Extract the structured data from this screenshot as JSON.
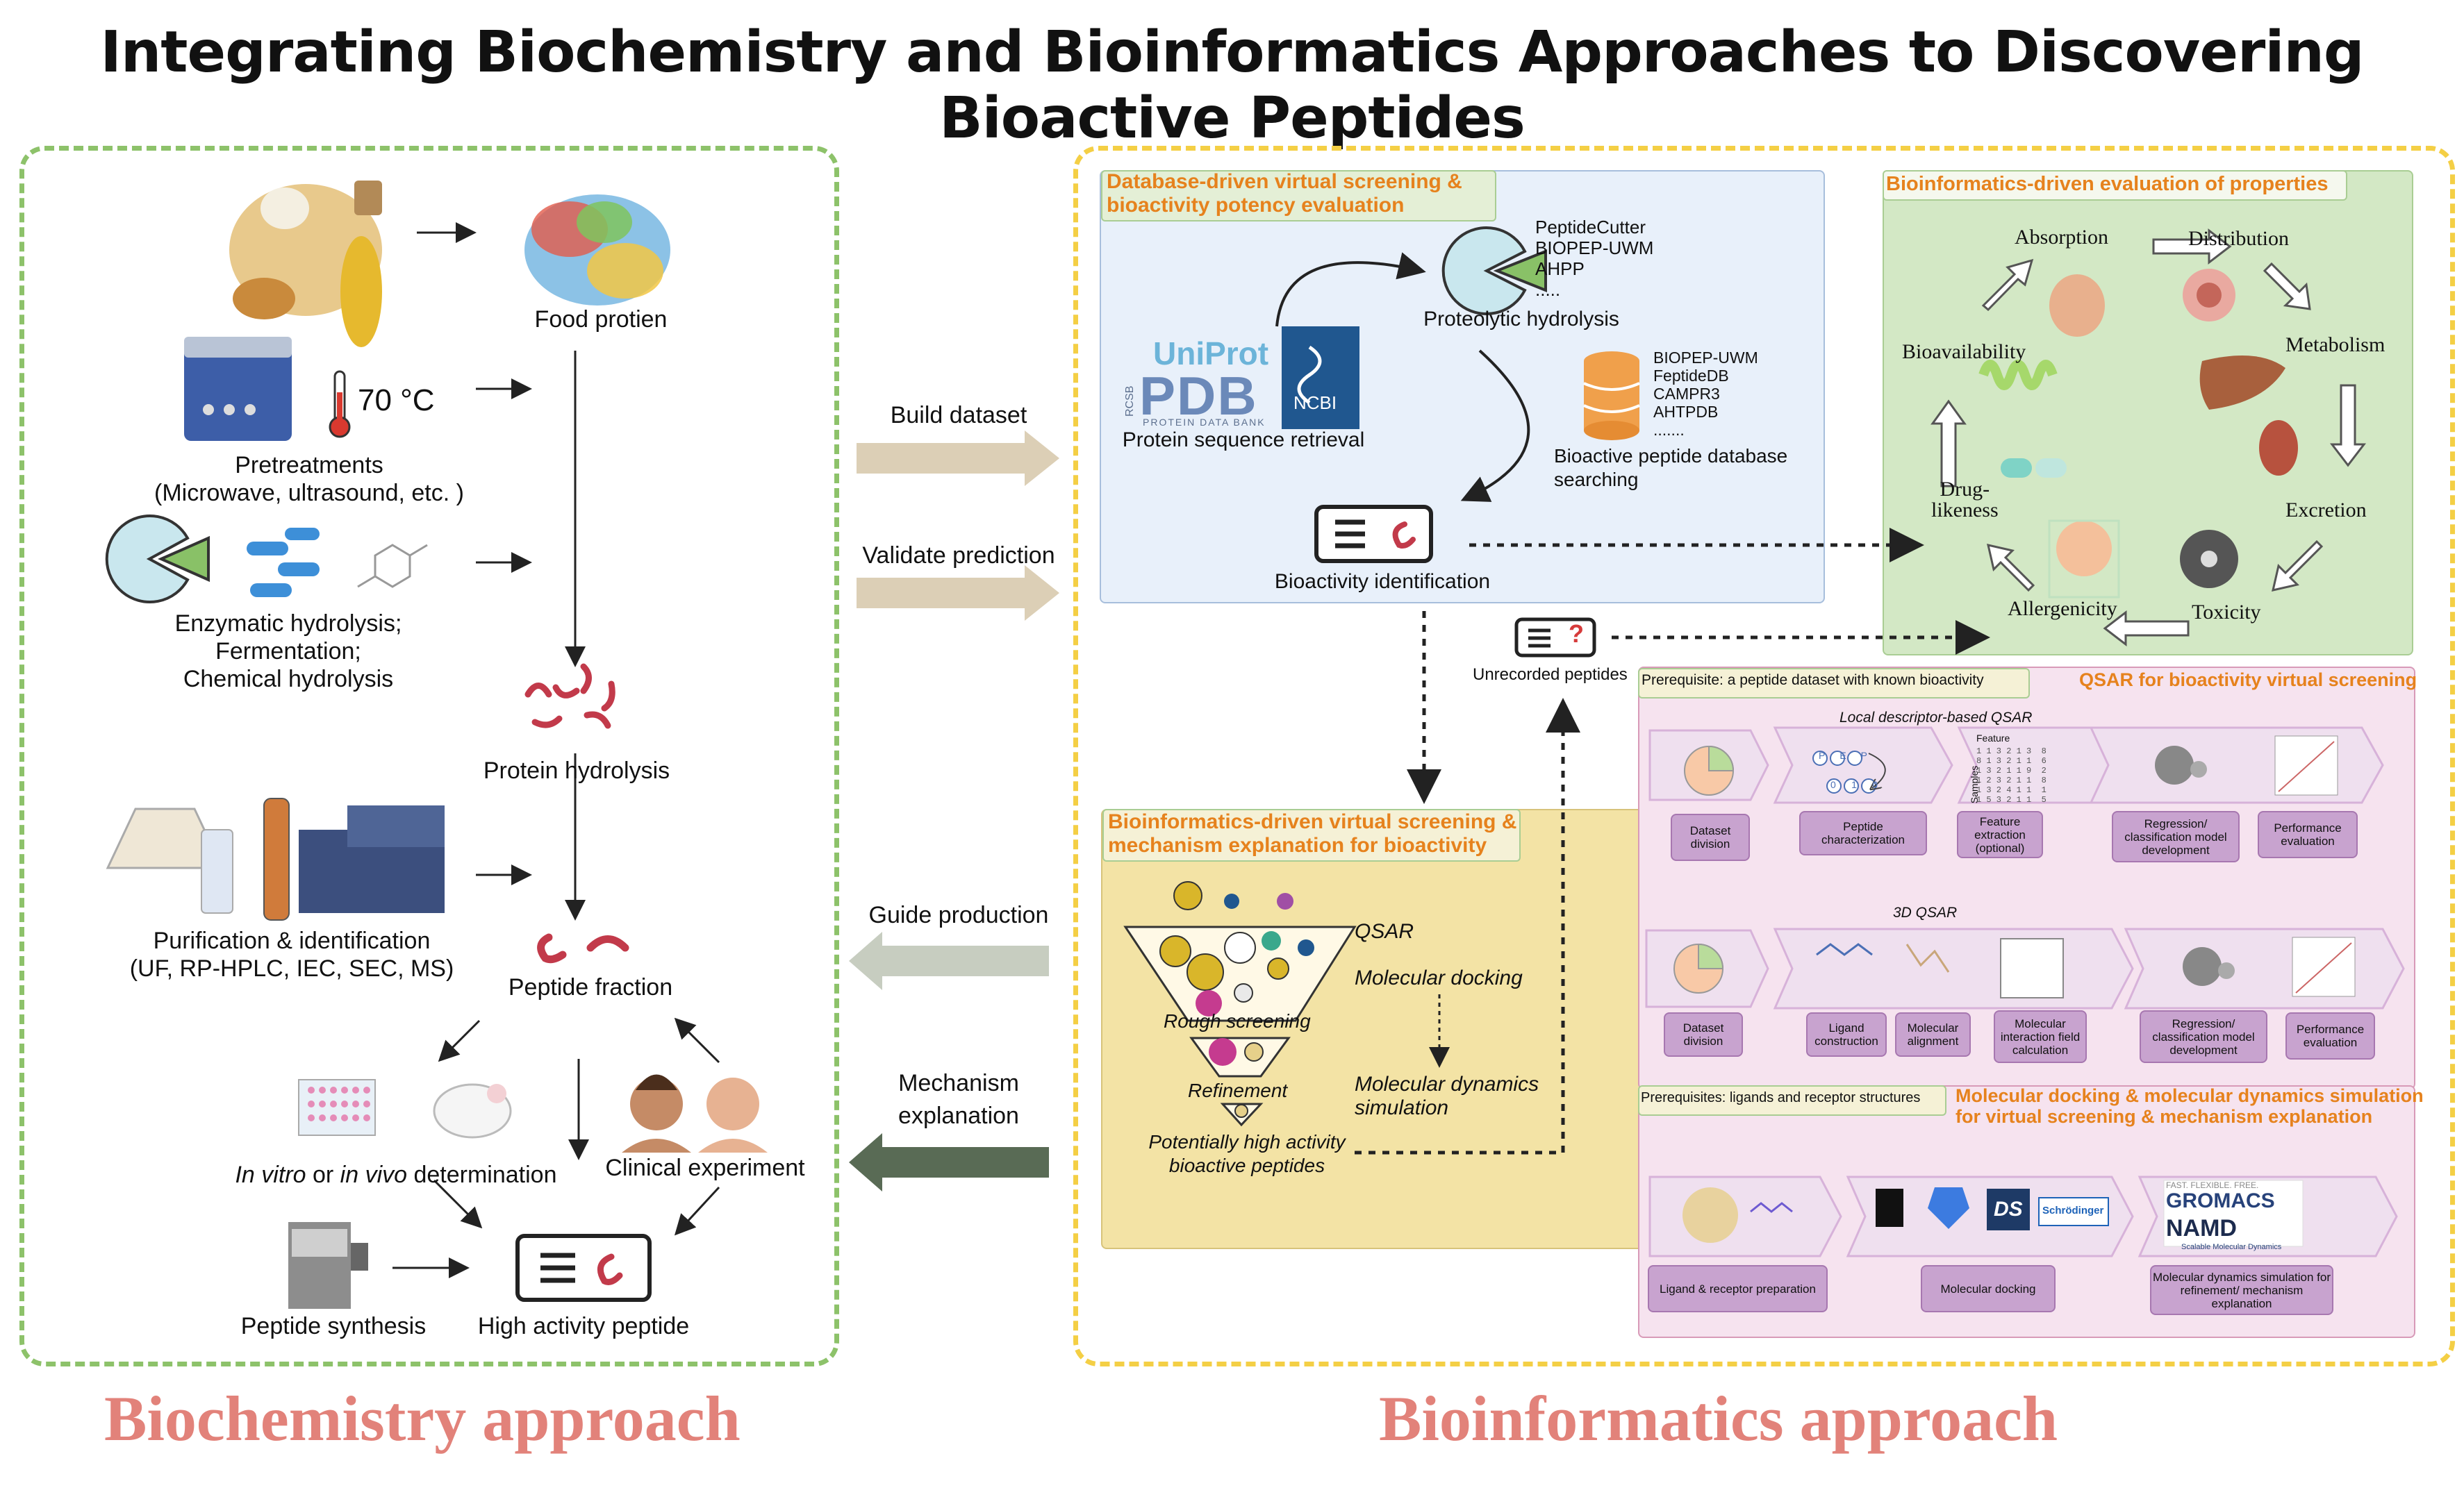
{
  "title": "Integrating Biochemistry and Bioinformatics Approaches to Discovering Bioactive Peptides",
  "left_panel": {
    "approach_label": "Biochemistry approach",
    "food_protein": "Food protien",
    "temperature": "70 °C",
    "pretreatments": "Pretreatments",
    "pretreatments_detail": "(Microwave, ultrasound, etc. )",
    "hydrolysis_1": "Enzymatic hydrolysis;",
    "hydrolysis_2": "Fermentation;",
    "hydrolysis_3": "Chemical hydrolysis",
    "protein_hydrolysis": "Protein hydrolysis",
    "purification": "Purification & identification",
    "purification_detail": "(UF, RP-HPLC, IEC, SEC, MS)",
    "peptide_fraction": "Peptide fraction",
    "in_vitro": "In vitro",
    "or": " or ",
    "in_vivo": "in vivo",
    "determination": " determination",
    "clinical_experiment": "Clinical experiment",
    "peptide_synthesis": "Peptide synthesis",
    "high_activity_peptide": "High activity peptide"
  },
  "middle": {
    "build_dataset": "Build dataset",
    "validate_prediction": "Validate prediction",
    "guide_production": "Guide production",
    "mechanism_1": "Mechanism",
    "mechanism_2": "explanation"
  },
  "right_panel": {
    "approach_label": "Bioinformatics approach",
    "db_header_1": "Database-driven virtual screening &",
    "db_header_2": "bioactivity potency evaluation",
    "cutter_tools": [
      "PeptideCutter",
      "BIOPEP-UWM",
      "AHPP",
      "....."
    ],
    "proteolytic_hydrolysis": "Proteolytic hydrolysis",
    "uniprot": "UniProt",
    "pdb": "PDB",
    "pdb_sub": "PROTEIN DATA BANK",
    "rcsb": "RCSB",
    "ncbi": "NCBI",
    "protein_sequence_retrieval": "Protein sequence retrieval",
    "databases": [
      "BIOPEP-UWM",
      "FeptideDB",
      "CAMPR3",
      "AHTPDB",
      "......."
    ],
    "bioactive_db_1": "Bioactive peptide database",
    "bioactive_db_2": "searching",
    "bioactivity_identification": "Bioactivity identification",
    "unrecorded_peptides": "Unrecorded peptides",
    "question_mark": "?",
    "props_header": "Bioinformatics-driven evaluation of properties",
    "props": {
      "absorption": "Absorption",
      "distribution": "Distribution",
      "metabolism": "Metabolism",
      "excretion": "Excretion",
      "toxicity": "Toxicity",
      "allergenicity": "Allergenicity",
      "drug_likeness_1": "Drug-",
      "drug_likeness_2": "likeness",
      "bioavailability": "Bioavailability"
    },
    "vs_header_1": "Bioinformatics-driven virtual screening &",
    "vs_header_2": "mechanism explanation for bioactivity",
    "funnel": {
      "qsar": "QSAR",
      "docking": "Molecular docking",
      "rough": "Rough screening",
      "refinement": "Refinement",
      "md_1": "Molecular dynamics",
      "md_2": "simulation",
      "result_1": "Potentially high activity",
      "result_2": "bioactive peptides"
    },
    "qsar_prereq": "Prerequisite: a peptide dataset with known bioactivity",
    "qsar_header": "QSAR for bioactivity virtual screening",
    "local_qsar": "Local descriptor-based QSAR",
    "feature_label": "Feature",
    "samples_label": "Samples",
    "pep_letters": [
      "P",
      "E",
      "P"
    ],
    "bits": [
      "0",
      "1",
      "0"
    ],
    "local_steps": [
      "Dataset division",
      "Peptide characterization",
      "Feature extraction (optional)",
      "Regression/ classification model development",
      "Performance evaluation"
    ],
    "qsar3d": "3D QSAR",
    "steps_3d": [
      "Dataset division",
      "Ligand construction",
      "Molecular alignment",
      "Molecular interaction field calculation",
      "Regression/ classification model development",
      "Performance evaluation"
    ],
    "md_prereq": "Prerequisites: ligands and receptor structures",
    "md_header_1": "Molecular docking & molecular dynamics simulation",
    "md_header_2": "for virtual screening & mechanism explanation",
    "md_steps": [
      "Ligand & receptor preparation",
      "Molecular docking",
      "Molecular dynamics simulation for refinement/ mechanism explanation"
    ],
    "tools": {
      "ds": "DS",
      "schrodinger": "Schrödinger",
      "gromacs": "GROMACS",
      "gromacs_tag": "FAST. FLEXIBLE. FREE.",
      "namd": "NAMD",
      "namd_tag": "Scalable Molecular Dynamics"
    }
  },
  "colors": {
    "left_border": "#8dc26a",
    "right_border": "#f4cf45",
    "approach_text": "#e2827a",
    "header_orange": "#e6821d",
    "db_panel": "#e8f0fa",
    "props_panel": "#d3e8c5",
    "vs_panel": "#f3e3a5",
    "qsar_panel": "#f6e3ef",
    "step_box": "#c8a3cf",
    "arrow_beige": "#dccfb6",
    "arrow_gray": "#c7cdc0",
    "arrow_dark": "#596b55"
  }
}
